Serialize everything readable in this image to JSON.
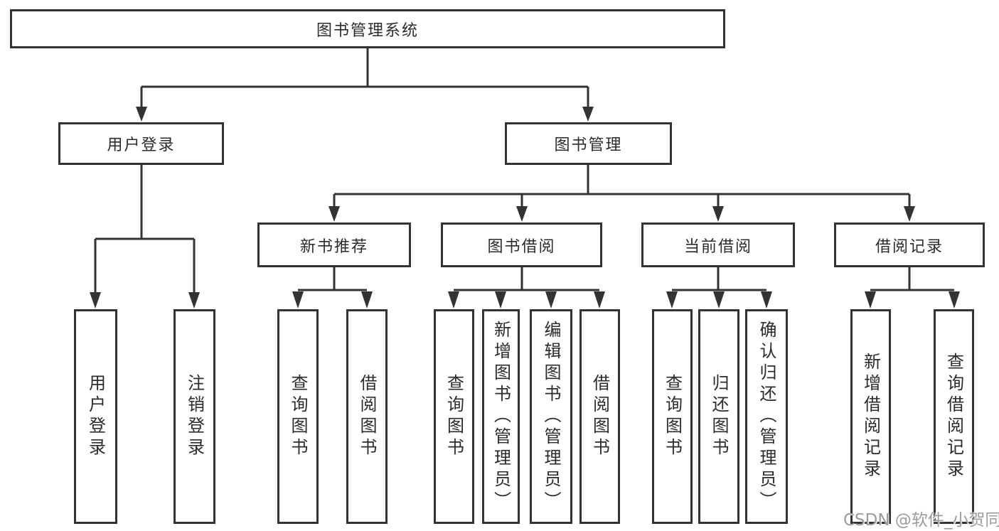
{
  "diagram_title": "图书管理系统",
  "watermark": "CSDN @软件_小贺同学",
  "colors": {
    "line": "#333333",
    "box_border": "#333333",
    "box_fill": "#ffffff",
    "text": "#2b2b2b",
    "watermark": "#9c9c9c",
    "background": "#ffffff"
  },
  "nodes": {
    "root": {
      "label": "图书管理系统"
    },
    "level2": [
      {
        "id": "user-login",
        "label": "用户登录"
      },
      {
        "id": "book-management",
        "label": "图书管理"
      }
    ],
    "level3": [
      {
        "id": "new-book-recommendation",
        "label": "新书推荐"
      },
      {
        "id": "book-borrowing",
        "label": "图书借阅"
      },
      {
        "id": "current-borrowing",
        "label": "当前借阅"
      },
      {
        "id": "borrowing-records",
        "label": "借阅记录"
      }
    ],
    "leaves": [
      {
        "id": "user-login-action",
        "label": "用户登录",
        "parent": "user-login"
      },
      {
        "id": "logout-action",
        "label": "注销登录",
        "parent": "user-login"
      },
      {
        "id": "query-books-recommend",
        "label": "查询图书",
        "parent": "new-book-recommendation"
      },
      {
        "id": "borrow-books-recommend",
        "label": "借阅图书",
        "parent": "new-book-recommendation"
      },
      {
        "id": "query-books-borrow",
        "label": "查询图书",
        "parent": "book-borrowing"
      },
      {
        "id": "add-book-admin",
        "label": "新增图书（管理员）",
        "parent": "book-borrowing"
      },
      {
        "id": "edit-book-admin",
        "label": "编辑图书（管理员）",
        "parent": "book-borrowing"
      },
      {
        "id": "borrow-books-borrow",
        "label": "借阅图书",
        "parent": "book-borrowing"
      },
      {
        "id": "query-books-current",
        "label": "查询图书",
        "parent": "current-borrowing"
      },
      {
        "id": "return-books",
        "label": "归还图书",
        "parent": "current-borrowing"
      },
      {
        "id": "confirm-return-admin",
        "label": "确认归还（管理员）",
        "parent": "current-borrowing"
      },
      {
        "id": "add-borrow-record",
        "label": "新增借阅记录",
        "parent": "borrowing-records"
      },
      {
        "id": "query-borrow-record",
        "label": "查询借阅记录",
        "parent": "borrowing-records"
      }
    ]
  }
}
